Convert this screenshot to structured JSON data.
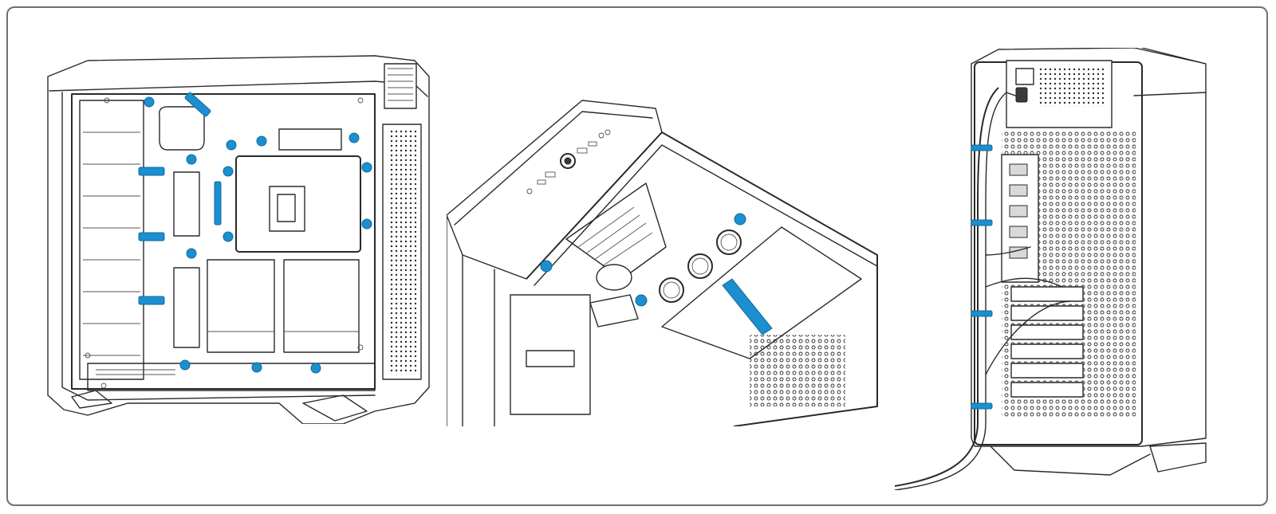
{
  "colors": {
    "accent": "#1b8fd0",
    "accent_dark": "#136a9c",
    "frame": "#6f6f6f"
  },
  "panels": [
    {
      "view": "side-interior",
      "icon": "pc-case-side-view-icon"
    },
    {
      "view": "top-interior",
      "icon": "pc-case-top-view-icon"
    },
    {
      "view": "rear-cable-routing",
      "icon": "pc-case-rear-view-icon"
    }
  ],
  "markers": {
    "left_tie_points": 17,
    "mid_tie_points": 4,
    "right_cable_ties": 4
  }
}
